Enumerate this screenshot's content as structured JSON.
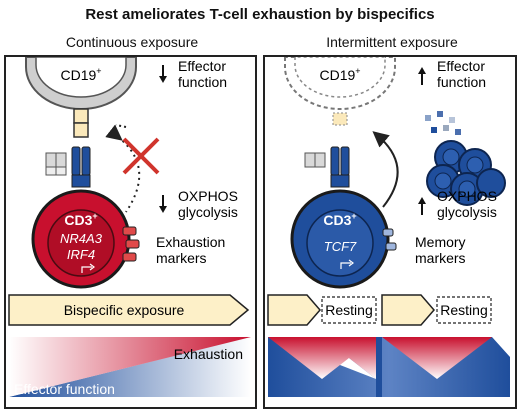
{
  "title": "Rest ameliorates T-cell exhaustion by bispecifics",
  "left": {
    "subtitle": "Continuous exposure",
    "target_cell": "CD19",
    "target_sup": "+",
    "t_cell": "CD3",
    "t_cell_sup": "+",
    "gene_1": "NR4A3",
    "gene_2": "IRF4",
    "effector_1": "Effector",
    "effector_2": "function",
    "metab_1": "OXPHOS",
    "metab_2": "glycolysis",
    "markers_1": "Exhaustion",
    "markers_2": "markers",
    "exposure_label": "Bispecific exposure",
    "bar_top_label": "Exhaustion",
    "bar_bottom_label": "Effector function"
  },
  "right": {
    "subtitle": "Intermittent exposure",
    "target_cell": "CD19",
    "target_sup": "+",
    "t_cell": "CD3",
    "t_cell_sup": "+",
    "gene_1": "TCF7",
    "effector_1": "Effector",
    "effector_2": "function",
    "metab_1": "OXPHOS",
    "metab_2": "glycolysis",
    "markers_1": "Memory",
    "markers_2": "markers",
    "resting_1": "Resting",
    "resting_2": "Resting"
  },
  "colors": {
    "exhausted_cell": "#c8102e",
    "memory_cell": "#1f4e9c",
    "cd19_cell": "#cfcfcf",
    "exposure_arrow": "#fdf0c8",
    "inhibit_cross": "#d0342c"
  }
}
